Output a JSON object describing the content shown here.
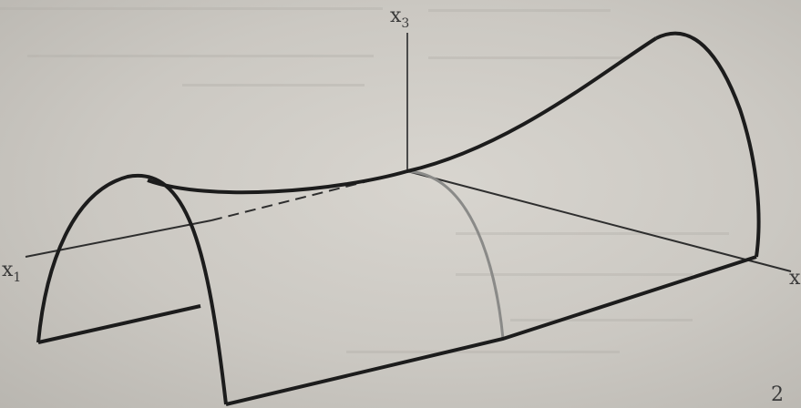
{
  "figure": {
    "axes": {
      "x1_label": "x",
      "x1_sub": "1",
      "x3_label": "x",
      "x3_sub": "3",
      "x2_label": "x"
    },
    "page_number": "2",
    "colors": {
      "surface": "#1c1c1c",
      "axis": "#3a3a3a",
      "inner_curve": "#8a8a88",
      "paper": "#cbc8c2"
    }
  }
}
